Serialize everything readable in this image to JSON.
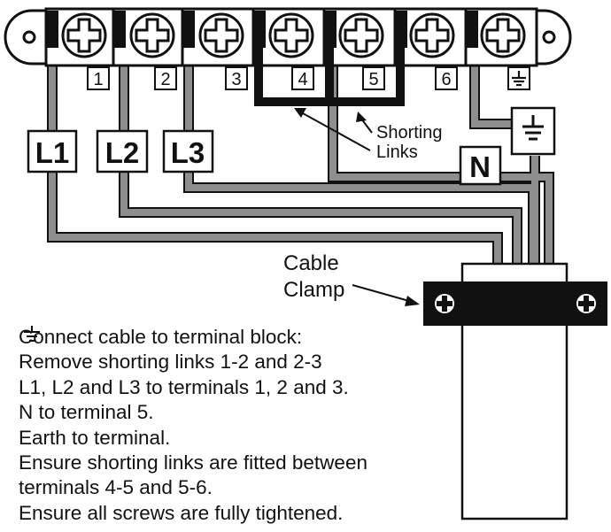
{
  "terminal_block": {
    "terminals": [
      {
        "label": "1"
      },
      {
        "label": "2"
      },
      {
        "label": "3"
      },
      {
        "label": "4"
      },
      {
        "label": "5"
      },
      {
        "label": "6"
      },
      {
        "label": "",
        "icon": "earth-icon"
      }
    ]
  },
  "wires": {
    "l1": "L1",
    "l2": "L2",
    "l3": "L3",
    "n": "N"
  },
  "callouts": {
    "shorting_links_line1": "Shorting",
    "shorting_links_line2": "Links",
    "cable_clamp_line1": "Cable",
    "cable_clamp_line2": "Clamp"
  },
  "instructions": {
    "line1": "Connect cable to terminal block:",
    "line2": "Remove shorting links 1-2 and 2-3",
    "line3": "L1, L2 and L3 to terminals 1, 2 and 3.",
    "line4": "N to terminal 5.",
    "line5_before": "Earth to",
    "line5_after": " terminal.",
    "line6": "Ensure shorting links are fitted between",
    "line7": "terminals 4-5 and 5-6.",
    "line8": "Ensure all screws are fully tightened."
  },
  "colors": {
    "wire_grey": "#8e8e8e",
    "outline": "#111111",
    "fill": "#ffffff"
  }
}
